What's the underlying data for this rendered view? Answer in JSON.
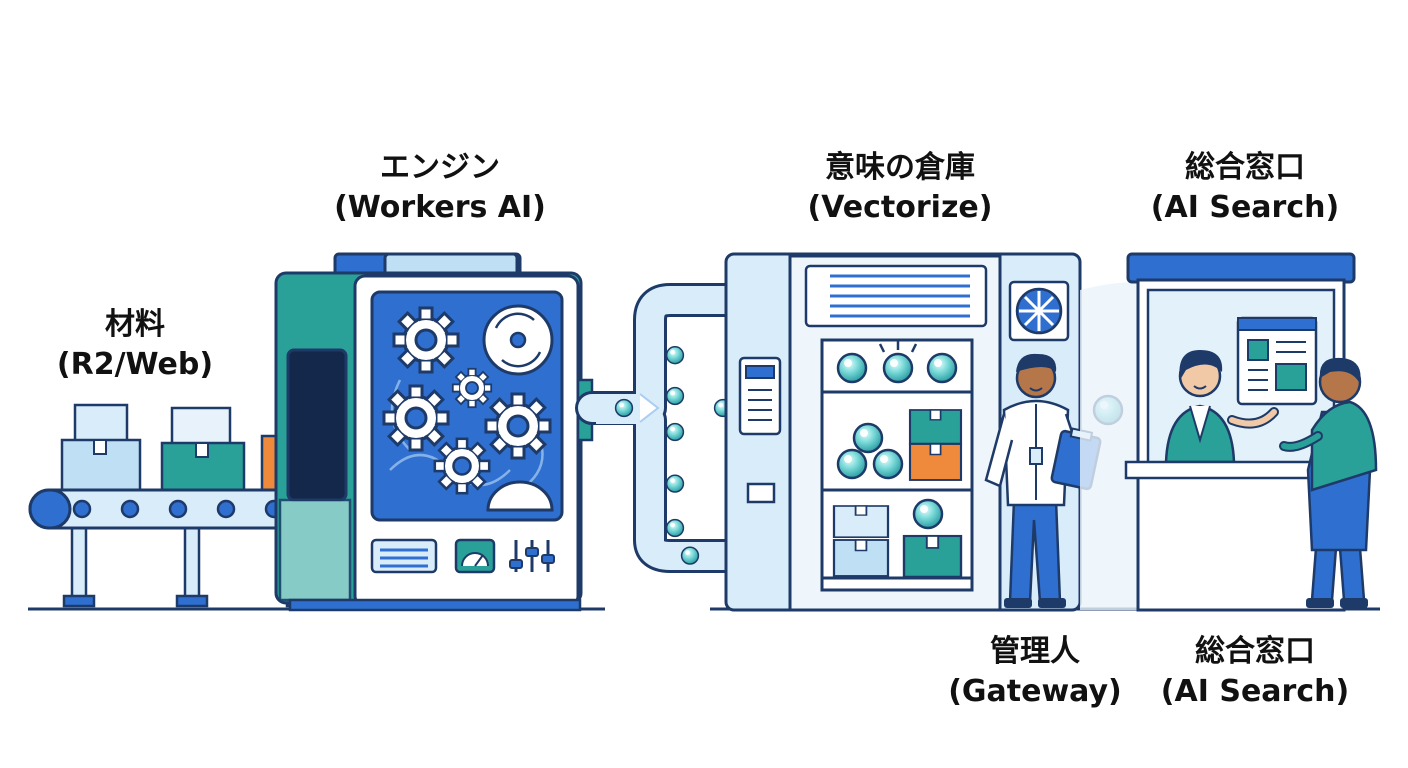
{
  "labels": {
    "materials": {
      "title": "材料",
      "subtitle": "(R2/Web)"
    },
    "engine": {
      "title": "エンジン",
      "subtitle": "(Workers AI)"
    },
    "warehouse": {
      "title": "意味の倉庫",
      "subtitle": "(Vectorize)"
    },
    "counter_top": {
      "title": "総合窓口",
      "subtitle": "(AI Search)"
    },
    "manager": {
      "title": "管理人",
      "subtitle": "(Gateway)"
    },
    "counter_bottom": {
      "title": "総合窓口",
      "subtitle": "(AI Search)"
    }
  },
  "icons": {
    "conveyor": "conveyor-belt-icon",
    "engine": "gear-machine-icon",
    "pipe": "data-pipe-icon",
    "warehouse": "vector-shelf-icon",
    "manager": "gateway-manager-icon",
    "counter": "help-desk-icon"
  },
  "colors": {
    "outline": "#1e3a68",
    "blue": "#2f6fd0",
    "light_blue": "#d9ecfa",
    "teal": "#2aa198",
    "orange": "#ef8a3c",
    "orb": "#5fd0cf"
  }
}
